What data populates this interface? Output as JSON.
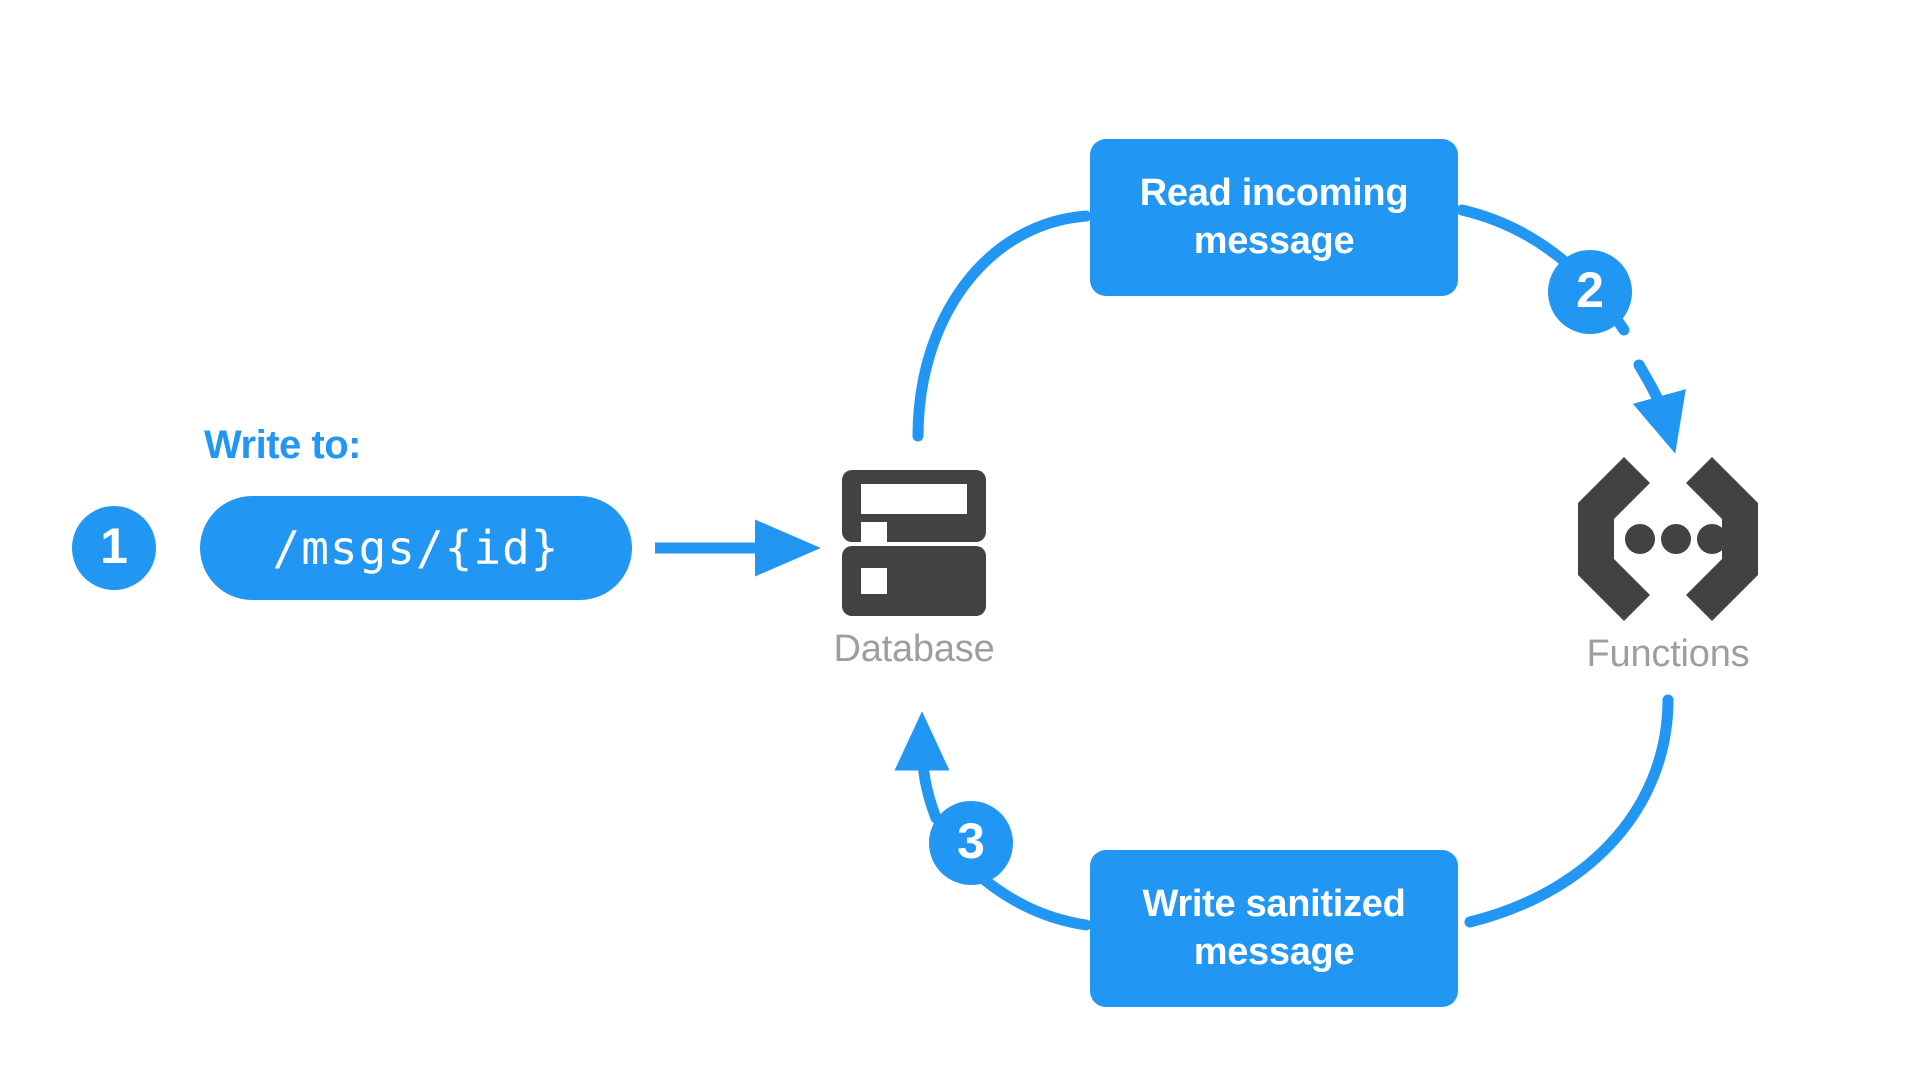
{
  "diagram": {
    "title_visible": false,
    "background": "#ffffff",
    "accent_color": "#2196f3",
    "icon_color": "#424242",
    "caption_color": "#9e9e9e"
  },
  "step_label": {
    "text": "Write to:"
  },
  "badges": [
    {
      "id": "step-1",
      "number": "1"
    },
    {
      "id": "step-2",
      "number": "2"
    },
    {
      "id": "step-3",
      "number": "3"
    }
  ],
  "path_pill": {
    "text": "/msgs/{id}"
  },
  "action_boxes": [
    {
      "id": "read-incoming",
      "line1": "Read incoming",
      "line2": "message"
    },
    {
      "id": "write-sanitized",
      "line1": "Write sanitized",
      "line2": "message"
    }
  ],
  "services": [
    {
      "id": "database",
      "caption": "Database",
      "icon": "database-icon"
    },
    {
      "id": "functions",
      "caption": "Functions",
      "icon": "functions-braces-icon"
    }
  ],
  "connectors": [
    {
      "id": "write-to-database",
      "kind": "straight-arrow",
      "from": "path-pill",
      "to": "database"
    },
    {
      "id": "database-to-read",
      "kind": "curve",
      "from": "database",
      "to": "read-incoming"
    },
    {
      "id": "read-to-functions",
      "kind": "curve-arrow",
      "from": "read-incoming",
      "to": "functions"
    },
    {
      "id": "functions-to-write",
      "kind": "curve",
      "from": "functions",
      "to": "write-sanitized"
    },
    {
      "id": "write-to-database-curve",
      "kind": "curve-arrow",
      "from": "write-sanitized",
      "to": "database"
    }
  ]
}
